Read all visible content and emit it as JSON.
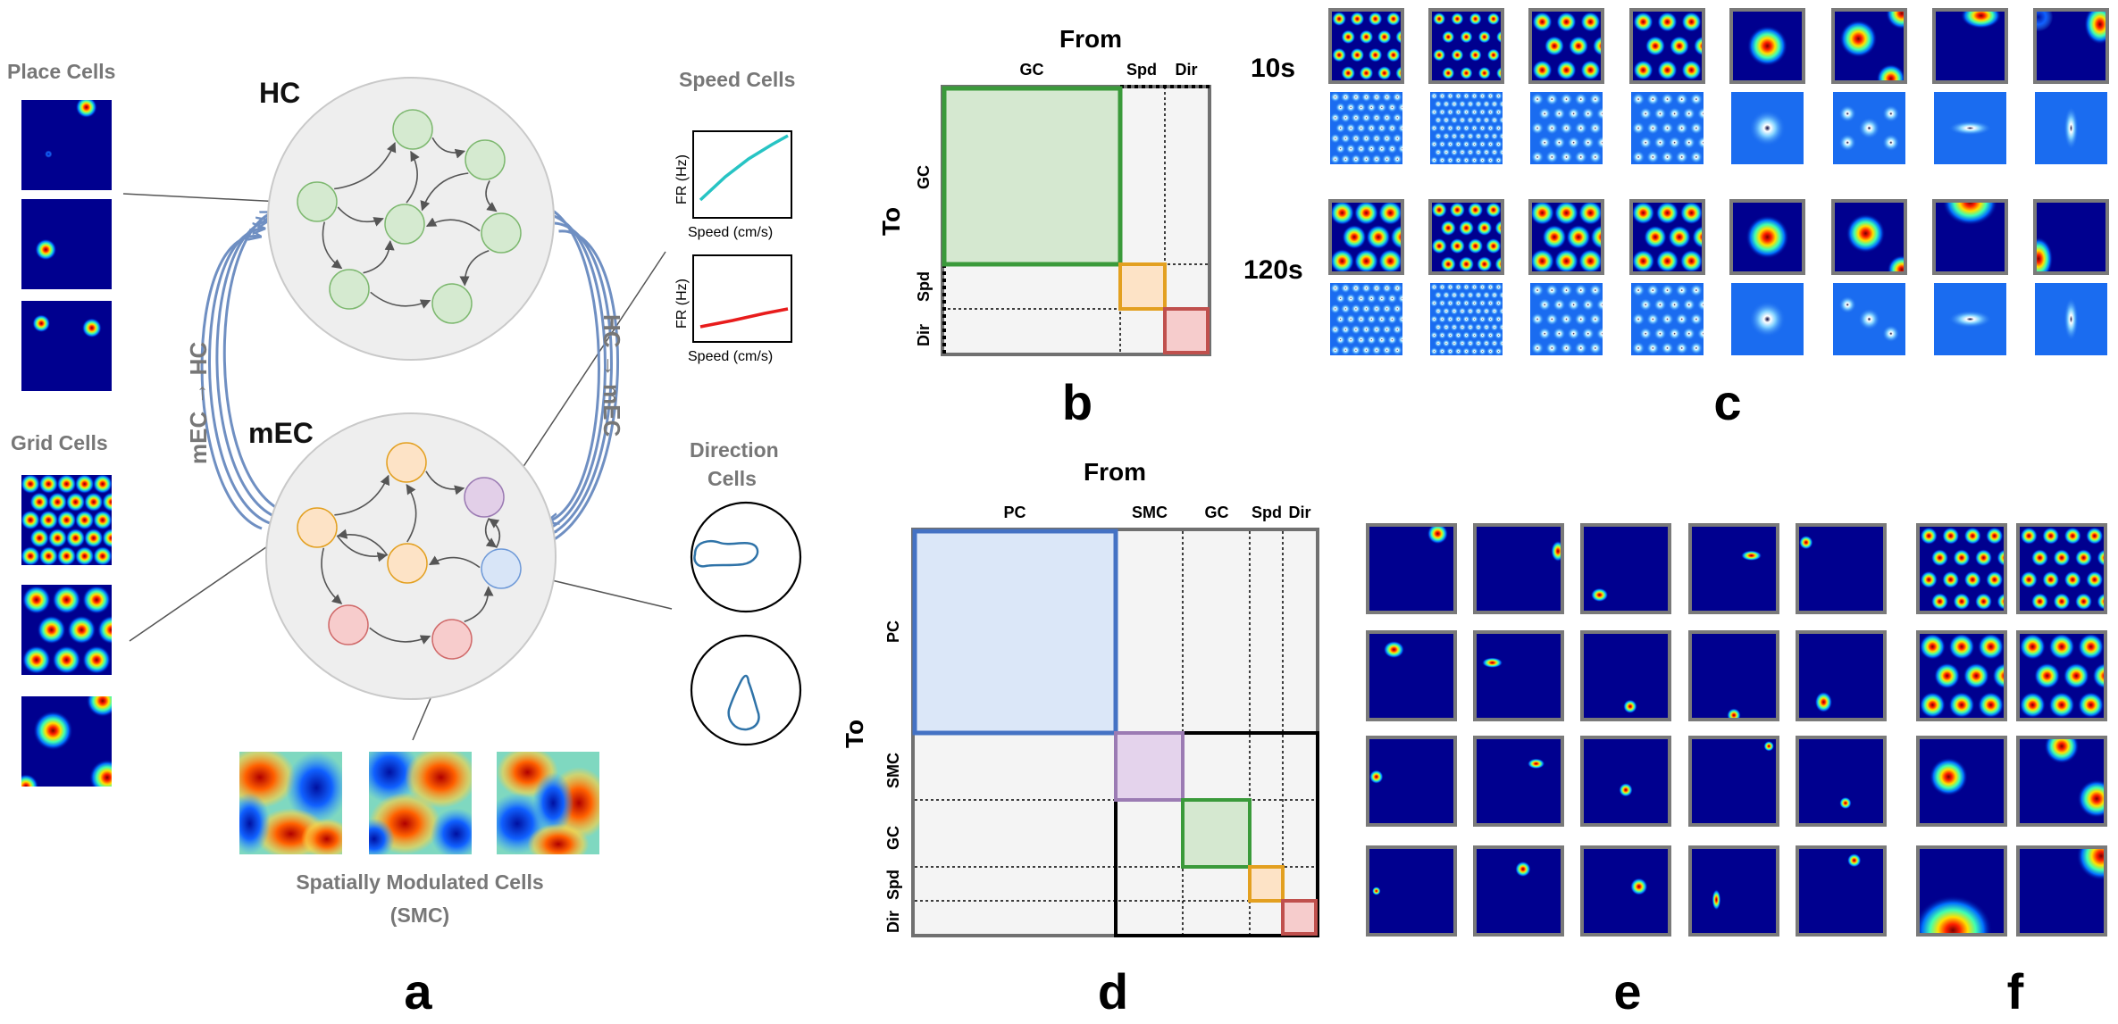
{
  "colors": {
    "place": "#4472c4",
    "smc": "#9b7bb3",
    "grid": "#3a9a3a",
    "speed": "#e3a020",
    "dir": "#c0504d",
    "arrow": "#6f8fc2",
    "hc_node": "#d5ead0",
    "mec_orange": "#fde3c6",
    "mec_purple": "#e2cfe8",
    "mec_blue": "#d8e5f7",
    "mec_red": "#f7cccc",
    "jet_bg": "#00008f"
  },
  "panel_a": {
    "label": "a",
    "place_cells_title": "Place Cells",
    "grid_cells_title": "Grid Cells",
    "hc_label": "HC",
    "mec_label": "mEC",
    "mec_to_hc": "mEC → HC",
    "hc_to_mec": "HC → mEC",
    "speed_cells_title": "Speed Cells",
    "direction_cells_title": [
      "Direction",
      "Cells"
    ],
    "speed_plot_ylabel": "FR (Hz)",
    "speed_plot_xlabel": "Speed (cm/s)",
    "smc_title": "Spatially Modulated Cells",
    "smc_subtitle": "(SMC)"
  },
  "panel_b": {
    "label": "b",
    "from": "From",
    "to": "To",
    "cols": [
      "GC",
      "Spd",
      "Dir"
    ],
    "rows": [
      "GC",
      "Spd",
      "Dir"
    ]
  },
  "panel_c": {
    "label": "c",
    "row_labels": [
      "10s",
      "120s"
    ]
  },
  "panel_d": {
    "label": "d",
    "from": "From",
    "to": "To",
    "cols": [
      "PC",
      "SMC",
      "GC",
      "Spd",
      "Dir"
    ],
    "rows": [
      "PC",
      "SMC",
      "GC",
      "Spd",
      "Dir"
    ]
  },
  "panel_e": {
    "label": "e"
  },
  "panel_f": {
    "label": "f"
  }
}
